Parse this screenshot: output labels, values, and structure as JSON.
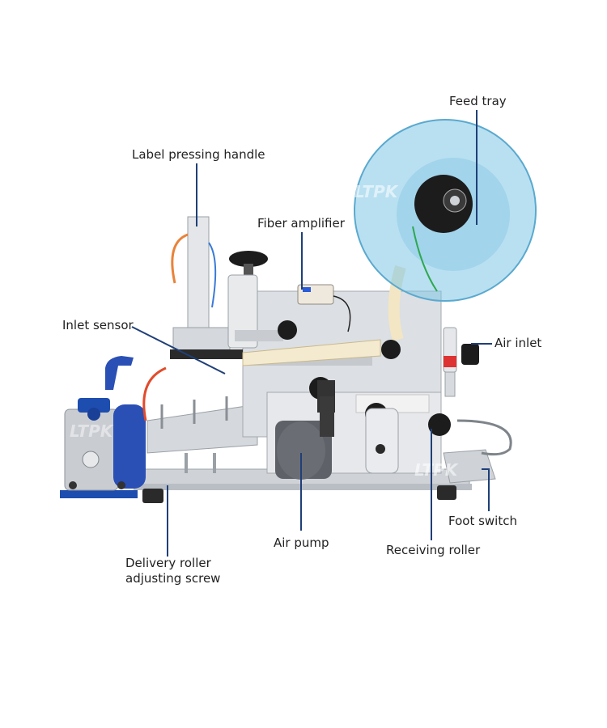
{
  "watermark": "LTPK",
  "labels": {
    "feed_tray": "Feed tray",
    "label_pressing_handle": "Label pressing handle",
    "fiber_amplifier": "Fiber amplifier",
    "inlet_sensor": "Inlet sensor",
    "air_inlet": "Air inlet",
    "foot_switch": "Foot switch",
    "air_pump": "Air pump",
    "receiving_roller": "Receiving roller",
    "delivery_roller_line1": "Delivery roller",
    "delivery_roller_line2": "adjusting screw"
  },
  "colors": {
    "leader_line": "#1f3f78",
    "machine_plate": "#dcdfe3",
    "tray_blue": "#7fc6e6",
    "pump_blue": "#1e4db0"
  }
}
